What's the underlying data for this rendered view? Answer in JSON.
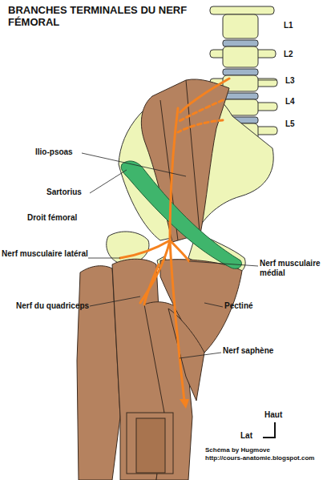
{
  "diagram": {
    "title": "BRANCHES TERMINALES DU NERF FÉMORAL",
    "labels": [
      "L1",
      "L2",
      "L3",
      "L4",
      "L5",
      "Ilio-psoas",
      "Sartorius",
      "Droit fémoral",
      "Nerf musculaire latéral",
      "Nerf du quadriceps",
      "Nerf musculaire médial",
      "Pectiné",
      "Nerf saphène",
      "Haut",
      "Lat",
      "Schéma by Hugmove",
      "http://cours-anatomie.blogspot.com"
    ]
  }
}
